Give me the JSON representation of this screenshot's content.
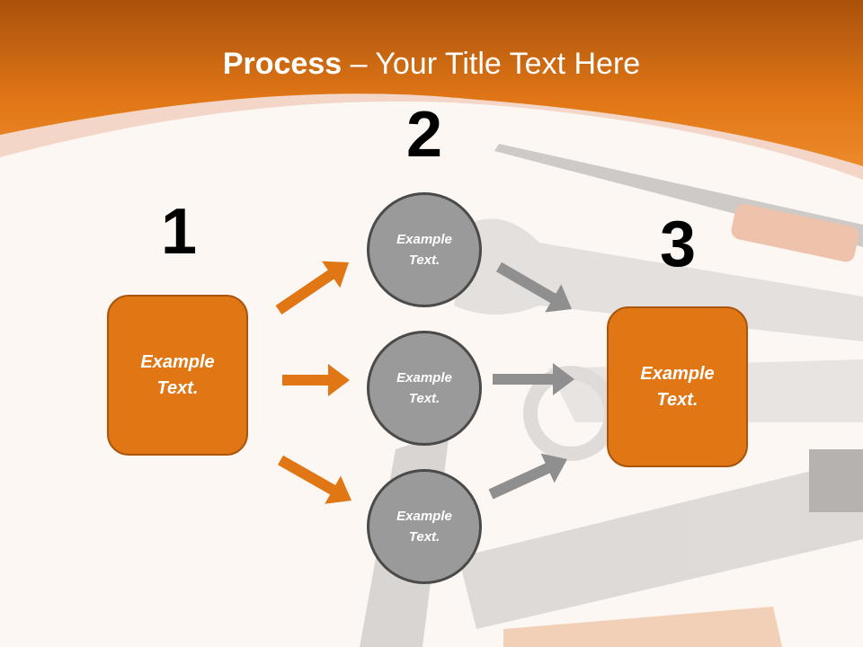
{
  "title": {
    "bold": "Process",
    "rest": " – Your Title Text Here"
  },
  "colors": {
    "orange": "#e07614",
    "gray": "#8f8f8f"
  },
  "steps": [
    {
      "number": "1",
      "label": "Example\nText."
    },
    {
      "number": "2",
      "label": "Example\nText."
    },
    {
      "number": "3",
      "label": "Example\nText."
    }
  ],
  "circles": [
    {
      "label": "Example\nText."
    },
    {
      "label": "Example\nText."
    },
    {
      "label": "Example\nText."
    }
  ]
}
